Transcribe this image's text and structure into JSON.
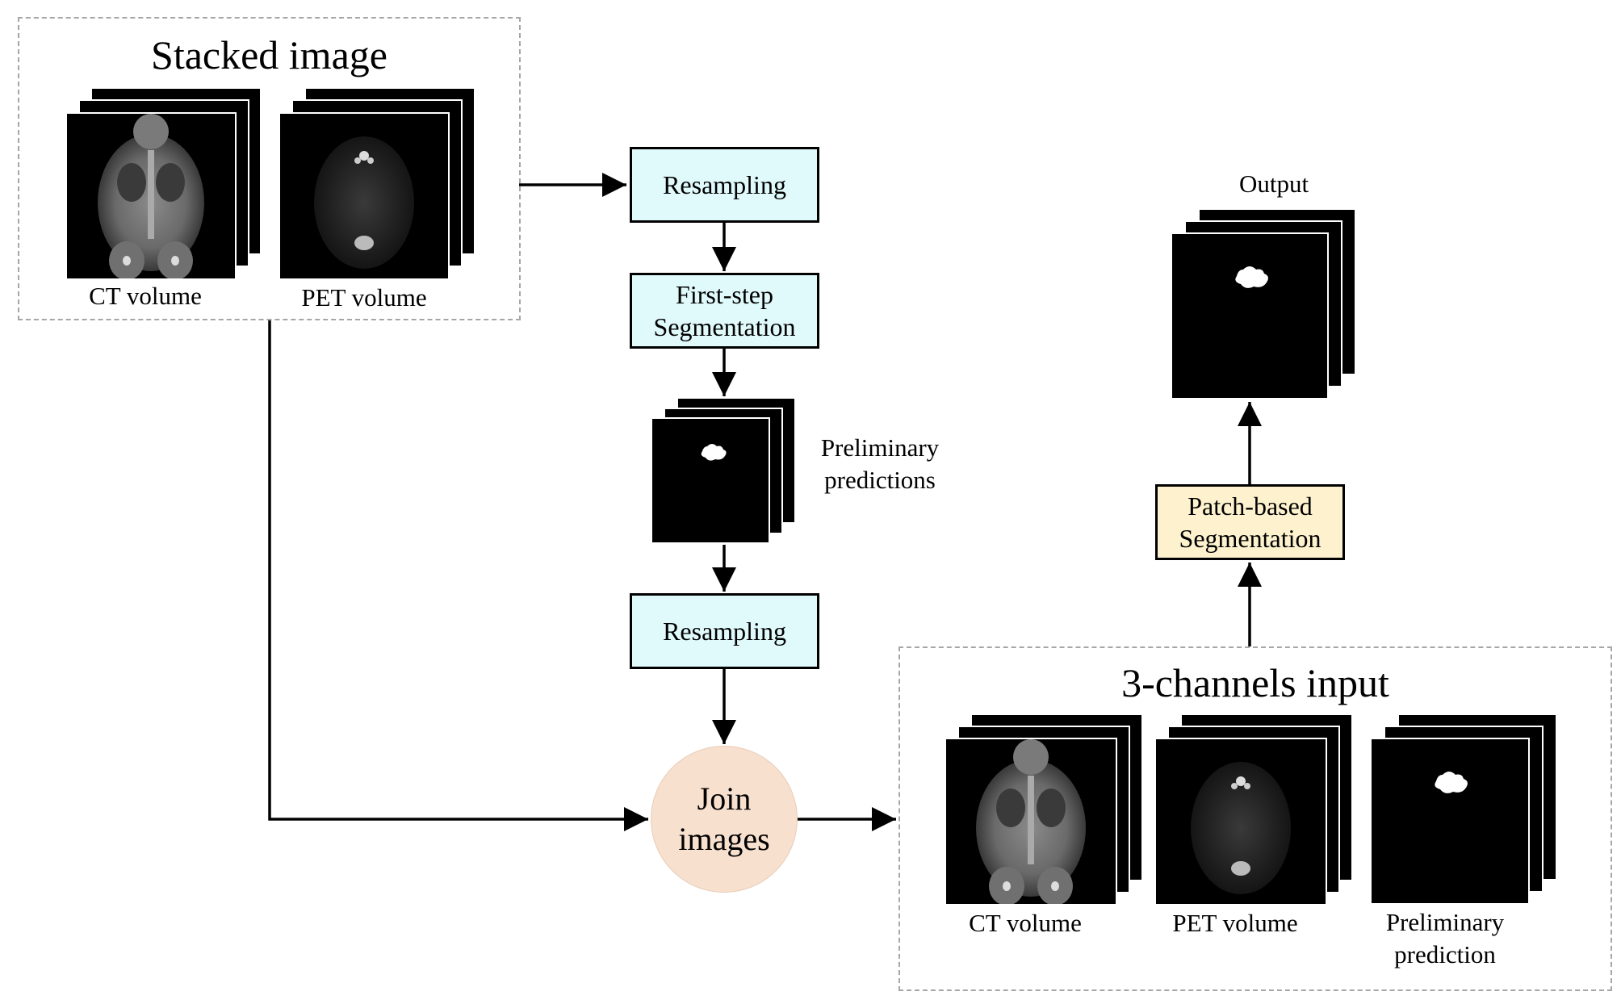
{
  "stacked_image": {
    "title": "Stacked image",
    "ct_label": "CT volume",
    "pet_label": "PET volume"
  },
  "pipeline": {
    "resampling_1": "Resampling",
    "first_step_line1": "First-step",
    "first_step_line2": "Segmentation",
    "preliminary_line1": "Preliminary",
    "preliminary_line2": "predictions",
    "resampling_2": "Resampling",
    "join_line1": "Join",
    "join_line2": "images"
  },
  "three_channel": {
    "title": "3-channels input",
    "ct_label": "CT volume",
    "pet_label": "PET volume",
    "pred_line1": "Preliminary",
    "pred_line2": "prediction"
  },
  "output": {
    "patch_line1": "Patch-based",
    "patch_line2": "Segmentation",
    "label": "Output"
  },
  "colors": {
    "process_box": "#e0f9fb",
    "patch_box": "#fdf2cd",
    "join_circle": "#f8e0cf",
    "group_border": "#a6a6a6"
  }
}
